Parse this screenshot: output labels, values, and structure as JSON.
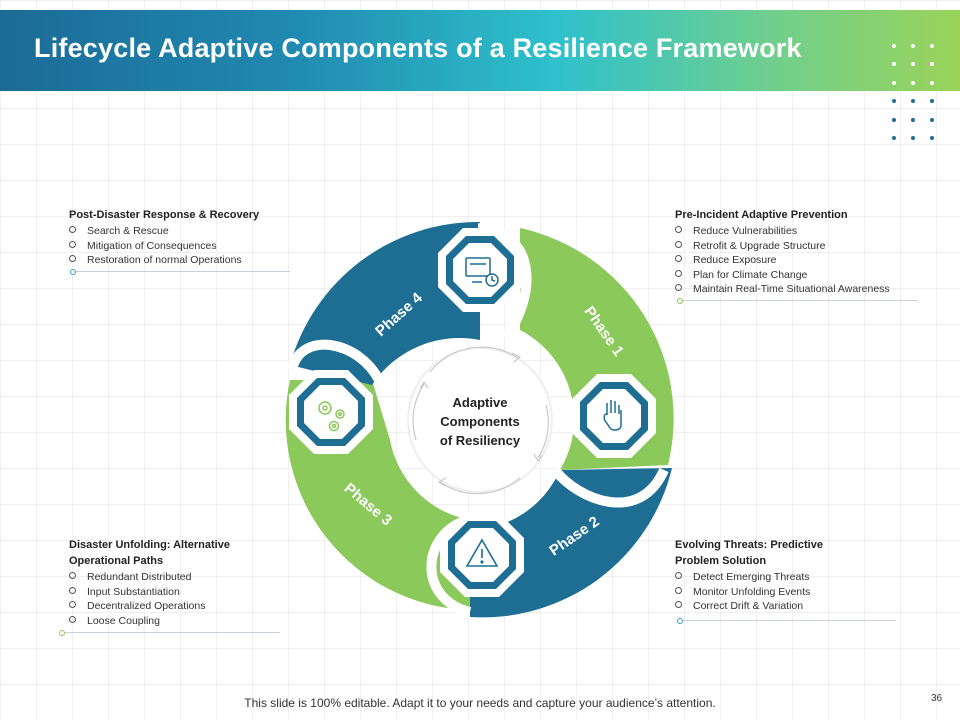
{
  "header": {
    "title": "Lifecycle Adaptive Components of a Resilience Framework"
  },
  "diagram": {
    "center_lines": [
      "Adaptive",
      "Components",
      "of Resiliency"
    ],
    "phases": [
      {
        "label": "Phase 1",
        "icon": "hand-stop-icon"
      },
      {
        "label": "Phase 2",
        "icon": "warning-triangle-icon"
      },
      {
        "label": "Phase 3",
        "icon": "gears-icon"
      },
      {
        "label": "Phase 4",
        "icon": "monitor-clock-icon"
      }
    ],
    "colors": {
      "blue": "#1e6e94",
      "green": "#8bc95b",
      "teal": "#3cbcc8"
    }
  },
  "panels": {
    "top_left": {
      "title": "Post-Disaster Response & Recovery",
      "items": [
        "Search & Rescue",
        "Mitigation of Consequences",
        "Restoration of normal Operations"
      ]
    },
    "top_right": {
      "title": "Pre-Incident Adaptive Prevention",
      "items": [
        "Reduce Vulnerabilities",
        "Retrofit & Upgrade Structure",
        "Reduce Exposure",
        "Plan for Climate Change",
        "Maintain Real-Time Situational Awareness"
      ]
    },
    "bottom_left": {
      "title_lines": [
        "Disaster Unfolding: Alternative",
        "Operational Paths"
      ],
      "items": [
        "Redundant Distributed",
        "Input Substantiation",
        "Decentralized Operations",
        "Loose Coupling"
      ]
    },
    "bottom_right": {
      "title_lines": [
        "Evolving Threats: Predictive",
        "Problem Solution"
      ],
      "items": [
        "Detect Emerging Threats",
        "Monitor Unfolding Events",
        "Correct Drift & Variation"
      ]
    }
  },
  "footer": {
    "text": "This slide is 100% editable. Adapt it to your needs and capture your audience’s attention.",
    "page_number": "36"
  }
}
